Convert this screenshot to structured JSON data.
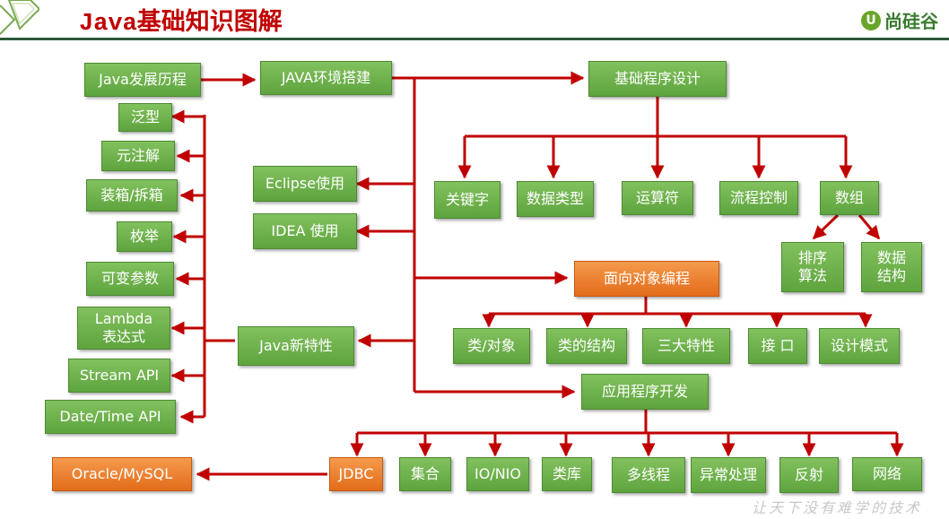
{
  "header": {
    "title": "Java基础知识图解",
    "logo_text": "尚硅谷",
    "logo_mark": "U",
    "slogan": "让天下没有难学的技术"
  },
  "colors": {
    "green": "#6ab04c",
    "orange": "#ee7d2a",
    "arrow": "#c00000",
    "title": "#c00000"
  },
  "nodes": {
    "java_history": "Java发展历程",
    "java_env": "JAVA环境搭建",
    "basic_prog": "基础程序设计",
    "eclipse": "Eclipse使用",
    "idea": "IDEA 使用",
    "java_new": "Java新特性",
    "oop": "面向对象编程",
    "app_dev": "应用程序开发",
    "left": {
      "generics": "泛型",
      "annotation": "元注解",
      "boxing": "装箱/拆箱",
      "enum": "枚举",
      "varargs": "可变参数",
      "lambda": "Lambda\n表达式",
      "stream": "Stream API",
      "datetime": "Date/Time API"
    },
    "basic": {
      "keyword": "关键字",
      "datatype": "数据类型",
      "operator": "运算符",
      "flow": "流程控制",
      "array": "数组",
      "sort": "排序\n算法",
      "datastruct": "数据\n结构"
    },
    "oop_items": {
      "class_obj": "类/对象",
      "class_struct": "类的结构",
      "three": "三大特性",
      "iface": "接 口",
      "pattern": "设计模式"
    },
    "app": {
      "jdbc": "JDBC",
      "collection": "集合",
      "io": "IO/NIO",
      "lib": "类库",
      "thread": "多线程",
      "exception": "异常处理",
      "reflect": "反射",
      "network": "网络",
      "db": "Oracle/MySQL"
    }
  }
}
